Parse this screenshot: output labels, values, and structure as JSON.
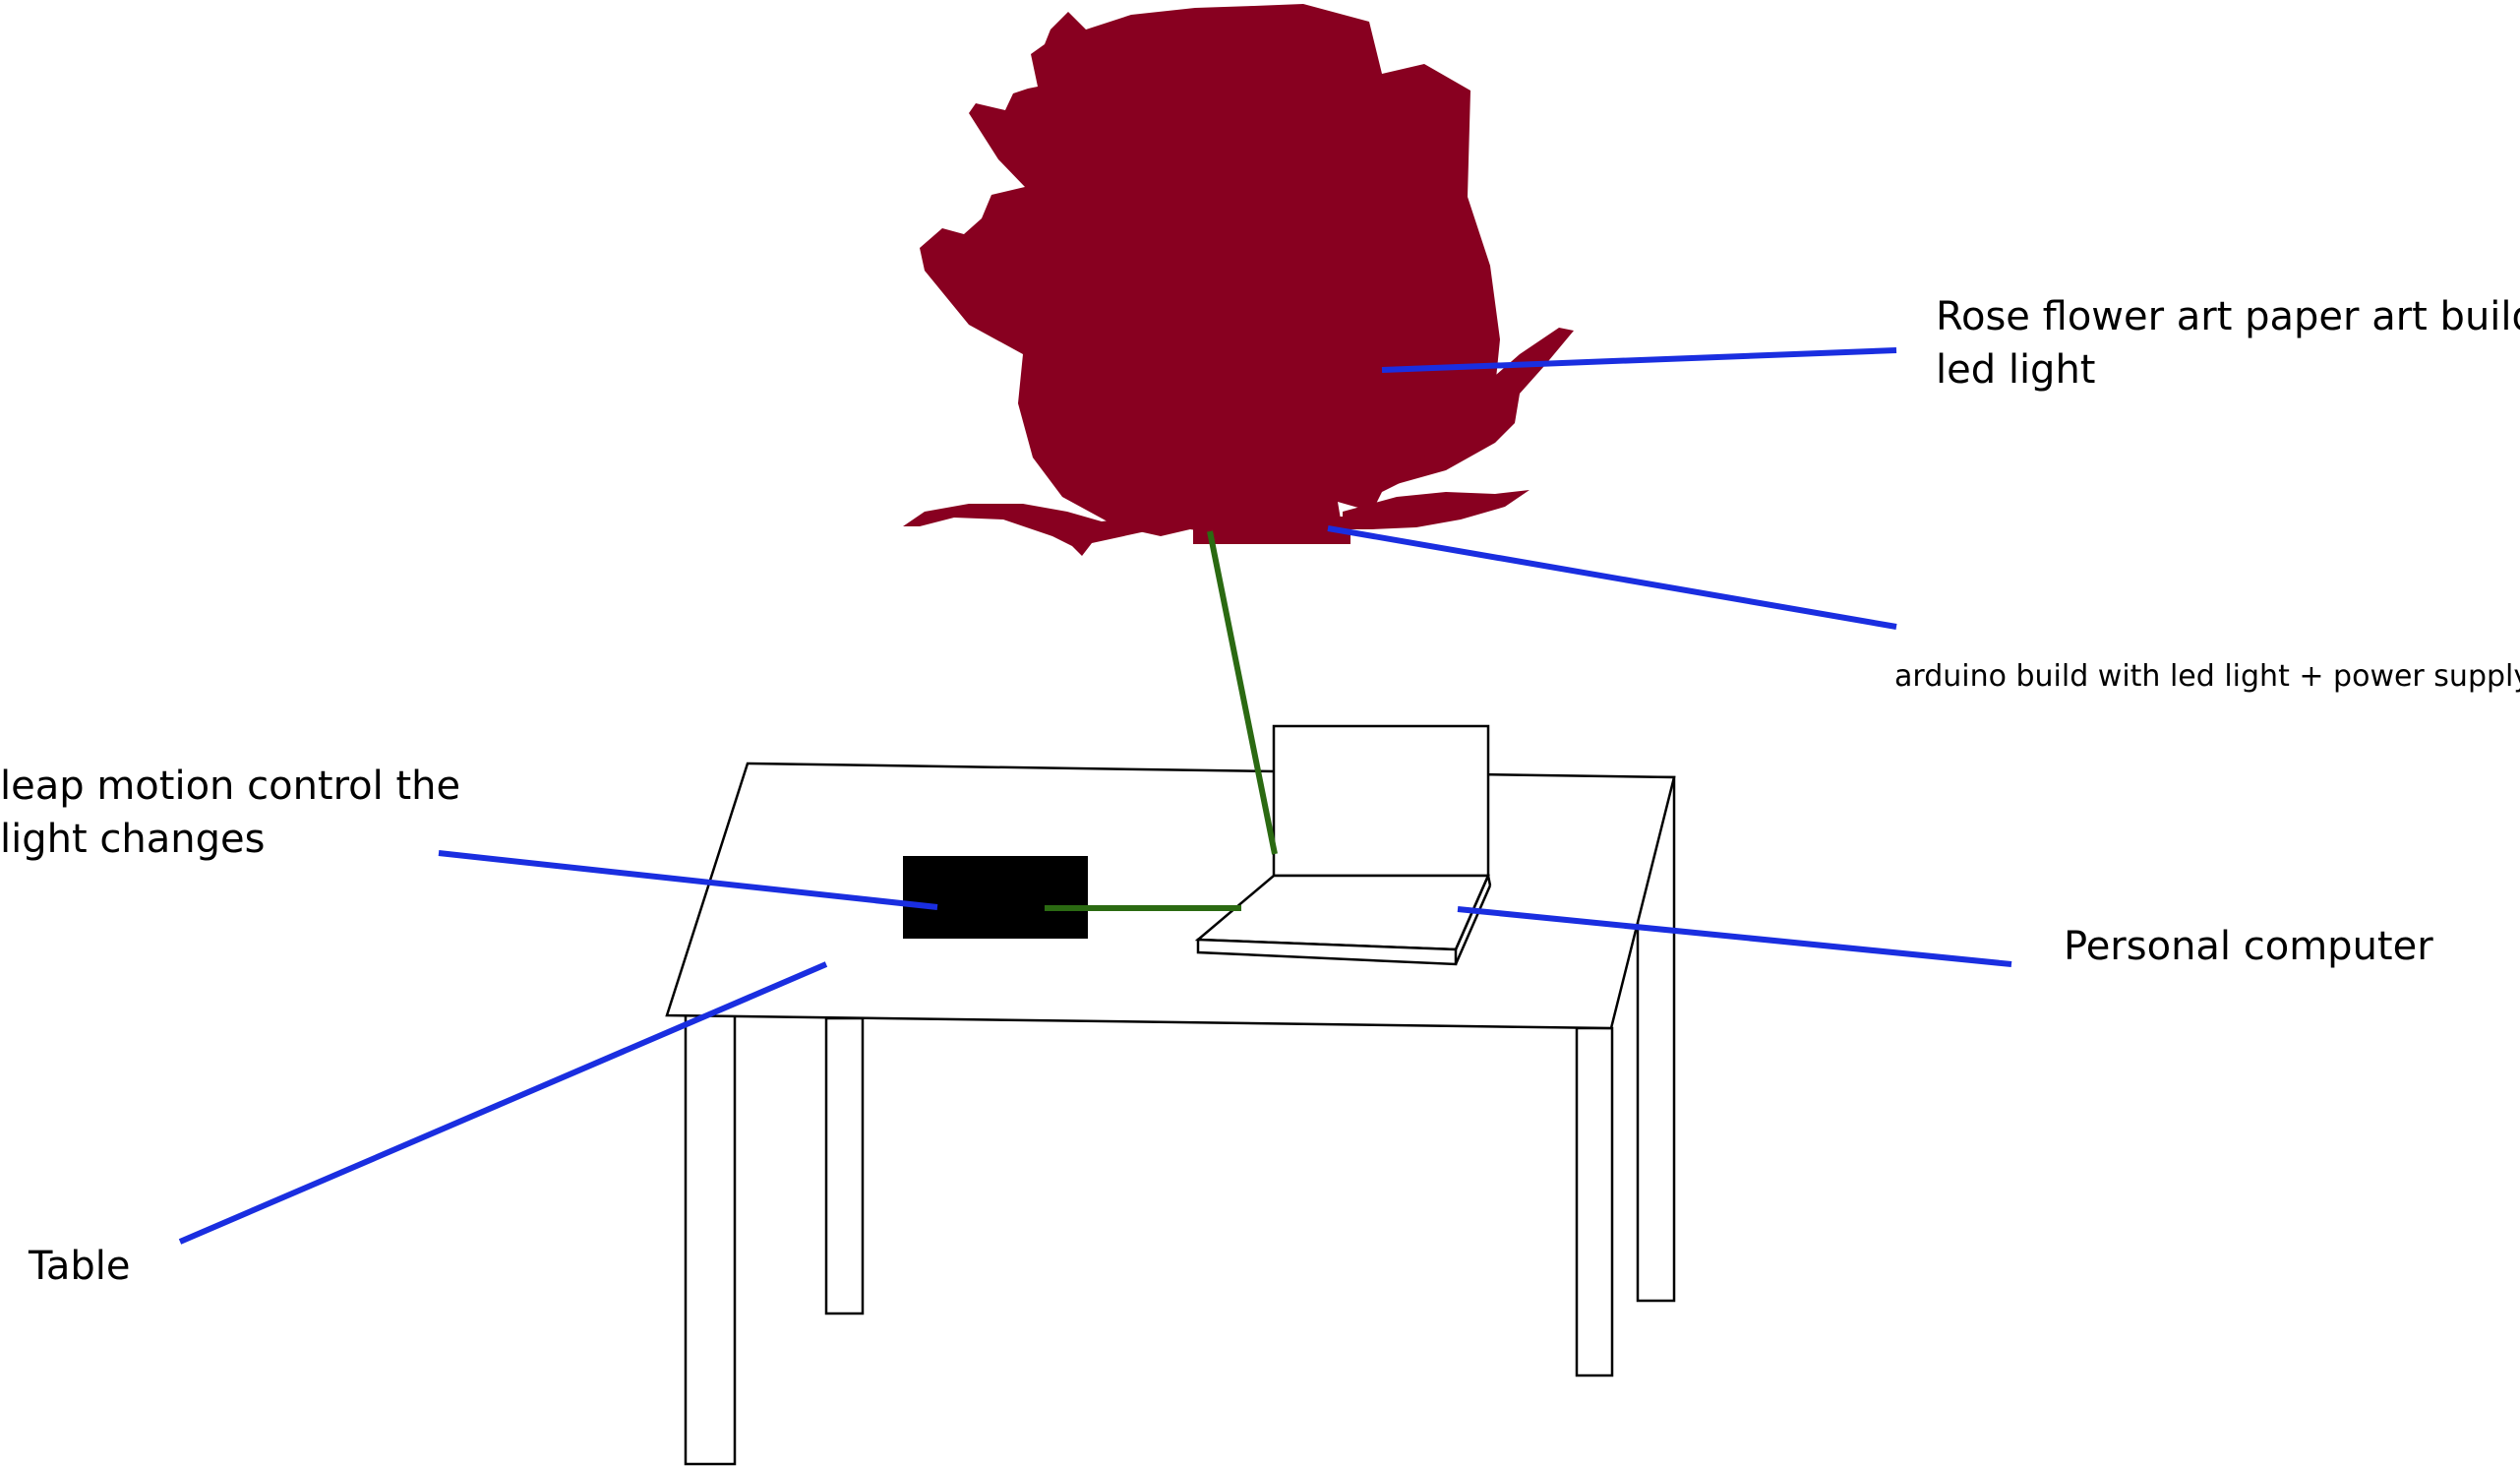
{
  "labels": {
    "rose": {
      "line1": "Rose flower art paper art build",
      "line2": "led light"
    },
    "arduino": "arduino build with led light + power supply",
    "leap": {
      "line1": "leap motion control the",
      "line2": "light changes"
    },
    "computer": "Personal computer",
    "table": "Table"
  },
  "colors": {
    "rose": "#880020",
    "callout_line": "#1a2ee0",
    "connection_line": "#2b6a12",
    "leap_device": "#000000",
    "outline": "#000000"
  }
}
